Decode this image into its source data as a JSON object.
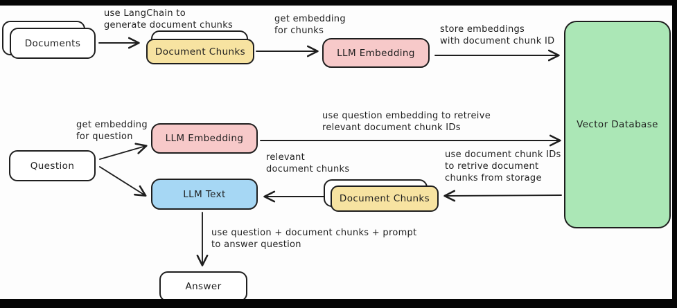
{
  "diagram": {
    "nodes": {
      "documents": "Documents",
      "document_chunks_top": "Document Chunks",
      "llm_embedding_top": "LLM Embedding",
      "vector_database": "Vector Database",
      "question": "Question",
      "llm_embedding_mid": "LLM Embedding",
      "llm_text": "LLM Text",
      "document_chunks_bottom": "Document Chunks",
      "answer": "Answer"
    },
    "edge_labels": {
      "generate_chunks": "use LangChain to\ngenerate document chunks",
      "embed_chunks": "get embedding\nfor chunks",
      "store_embeddings": "store embeddings\nwith document chunk ID",
      "embed_question": "get embedding\nfor question",
      "retrieve_ids": "use question embedding to retreive\nrelevant document chunk IDs",
      "relevant_chunks": "relevant\ndocument chunks",
      "retrieve_chunks": "use document chunk IDs\nto retrive document\nchunks from storage",
      "answer_question": "use question + document chunks + prompt\nto answer question"
    },
    "colors": {
      "ink": "#1e1e1e",
      "yellow": "#f7e3a1",
      "pink": "#f7c9c9",
      "blue": "#a6d7f4",
      "green": "#abe7b6"
    }
  }
}
